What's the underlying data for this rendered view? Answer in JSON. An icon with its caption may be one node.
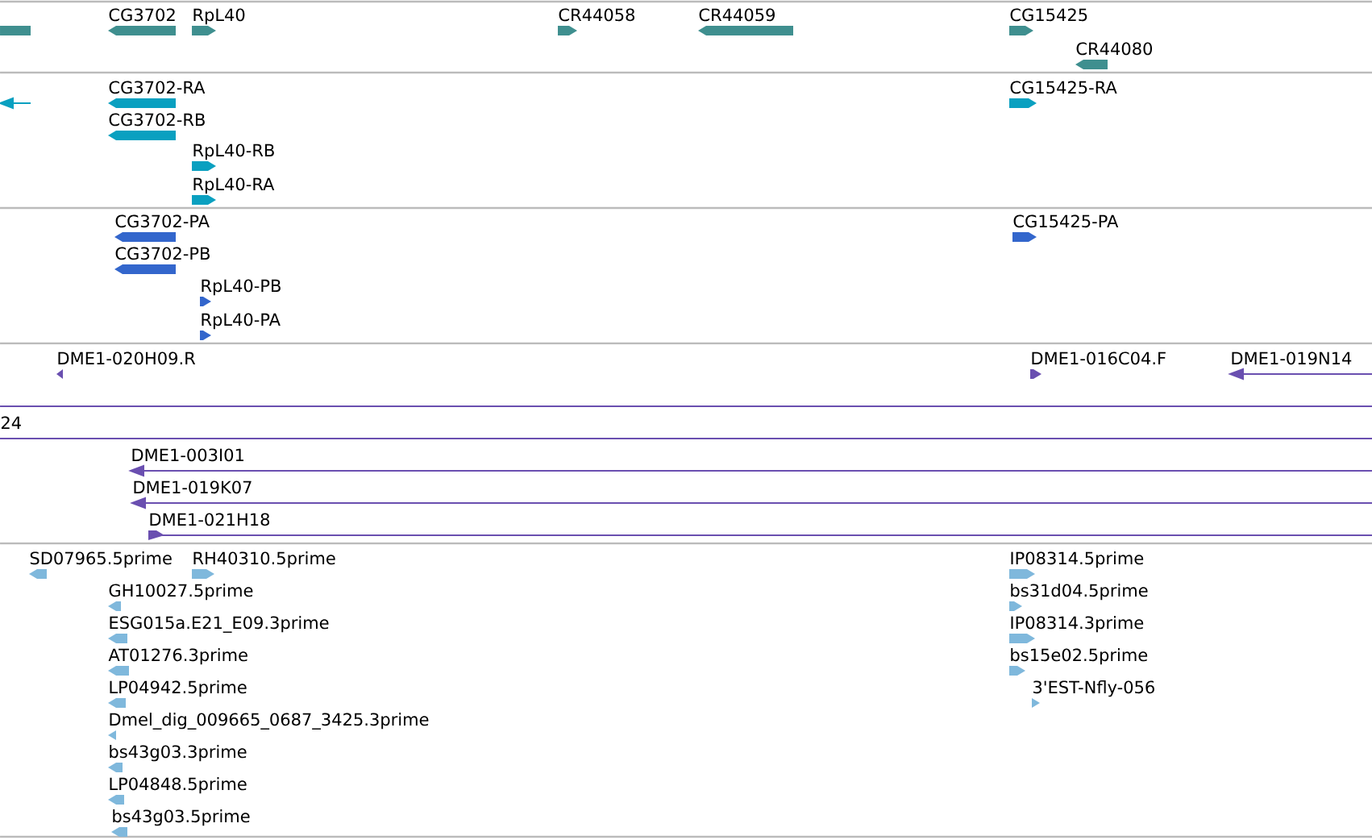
{
  "diagram": {
    "nodes": [
      {
        "text": [],
        "shape": "bar"
      },
      {
        "text": [
          "CG3702"
        ]
      },
      {
        "text": [
          "RpL40"
        ]
      },
      {
        "text": [
          "CR44058"
        ]
      },
      {
        "text": [
          "CR44059"
        ]
      },
      {
        "text": [
          "CG15425"
        ]
      },
      {
        "text": [
          "CR44080"
        ]
      },
      {
        "text": [],
        "shape": "bar"
      },
      {
        "text": [
          "CG3702-RA"
        ]
      },
      {
        "text": [
          "CG3702-RB"
        ]
      },
      {
        "text": [
          "RpL40-RB"
        ]
      },
      {
        "text": [
          "RpL40-RA"
        ]
      },
      {
        "text": [
          "CG15425-RA"
        ]
      },
      {
        "text": [
          "CG3702-PA"
        ]
      },
      {
        "text": [
          "CG3702-PB"
        ]
      },
      {
        "text": [
          "RpL40-PB"
        ]
      },
      {
        "text": [
          "RpL40-PA"
        ]
      },
      {
        "text": [
          "CG15425-PA"
        ]
      },
      {
        "text": [
          "DME1-020H09.R"
        ]
      },
      {
        "text": [
          "DME1-016C04.F"
        ]
      },
      {
        "text": [
          "DME1-019N14"
        ]
      },
      {
        "text": [],
        "shape": "bar"
      },
      {
        "text": [
          "24"
        ]
      },
      {
        "text": [
          "DME1-003I01"
        ]
      },
      {
        "text": [
          "DME1-019K07"
        ]
      },
      {
        "text": [
          "DME1-021H18"
        ]
      },
      {
        "text": [
          "SD07965.5prime"
        ]
      },
      {
        "text": [
          "RH40310.5prime"
        ]
      },
      {
        "text": [
          "GH10027.5prime"
        ]
      },
      {
        "text": [
          "ESG015a.E21_E09.3prime"
        ]
      },
      {
        "text": [
          "AT01276.3prime"
        ]
      },
      {
        "text": [
          "LP04942.5prime"
        ]
      },
      {
        "text": [
          "Dmel_dig_009665_0687_3425.3prime"
        ]
      },
      {
        "text": [
          "bs43g03.3prime"
        ]
      },
      {
        "text": [
          "LP04848.5prime"
        ]
      },
      {
        "text": [
          "bs43g03.5prime"
        ]
      },
      {
        "text": [
          "IP08314.5prime"
        ]
      },
      {
        "text": [
          "bs31d04.5prime"
        ]
      },
      {
        "text": [
          "IP08314.3prime"
        ]
      },
      {
        "text": [
          "bs15e02.5prime"
        ]
      },
      {
        "text": [
          "3'EST-Nfly-056"
        ]
      }
    ]
  }
}
